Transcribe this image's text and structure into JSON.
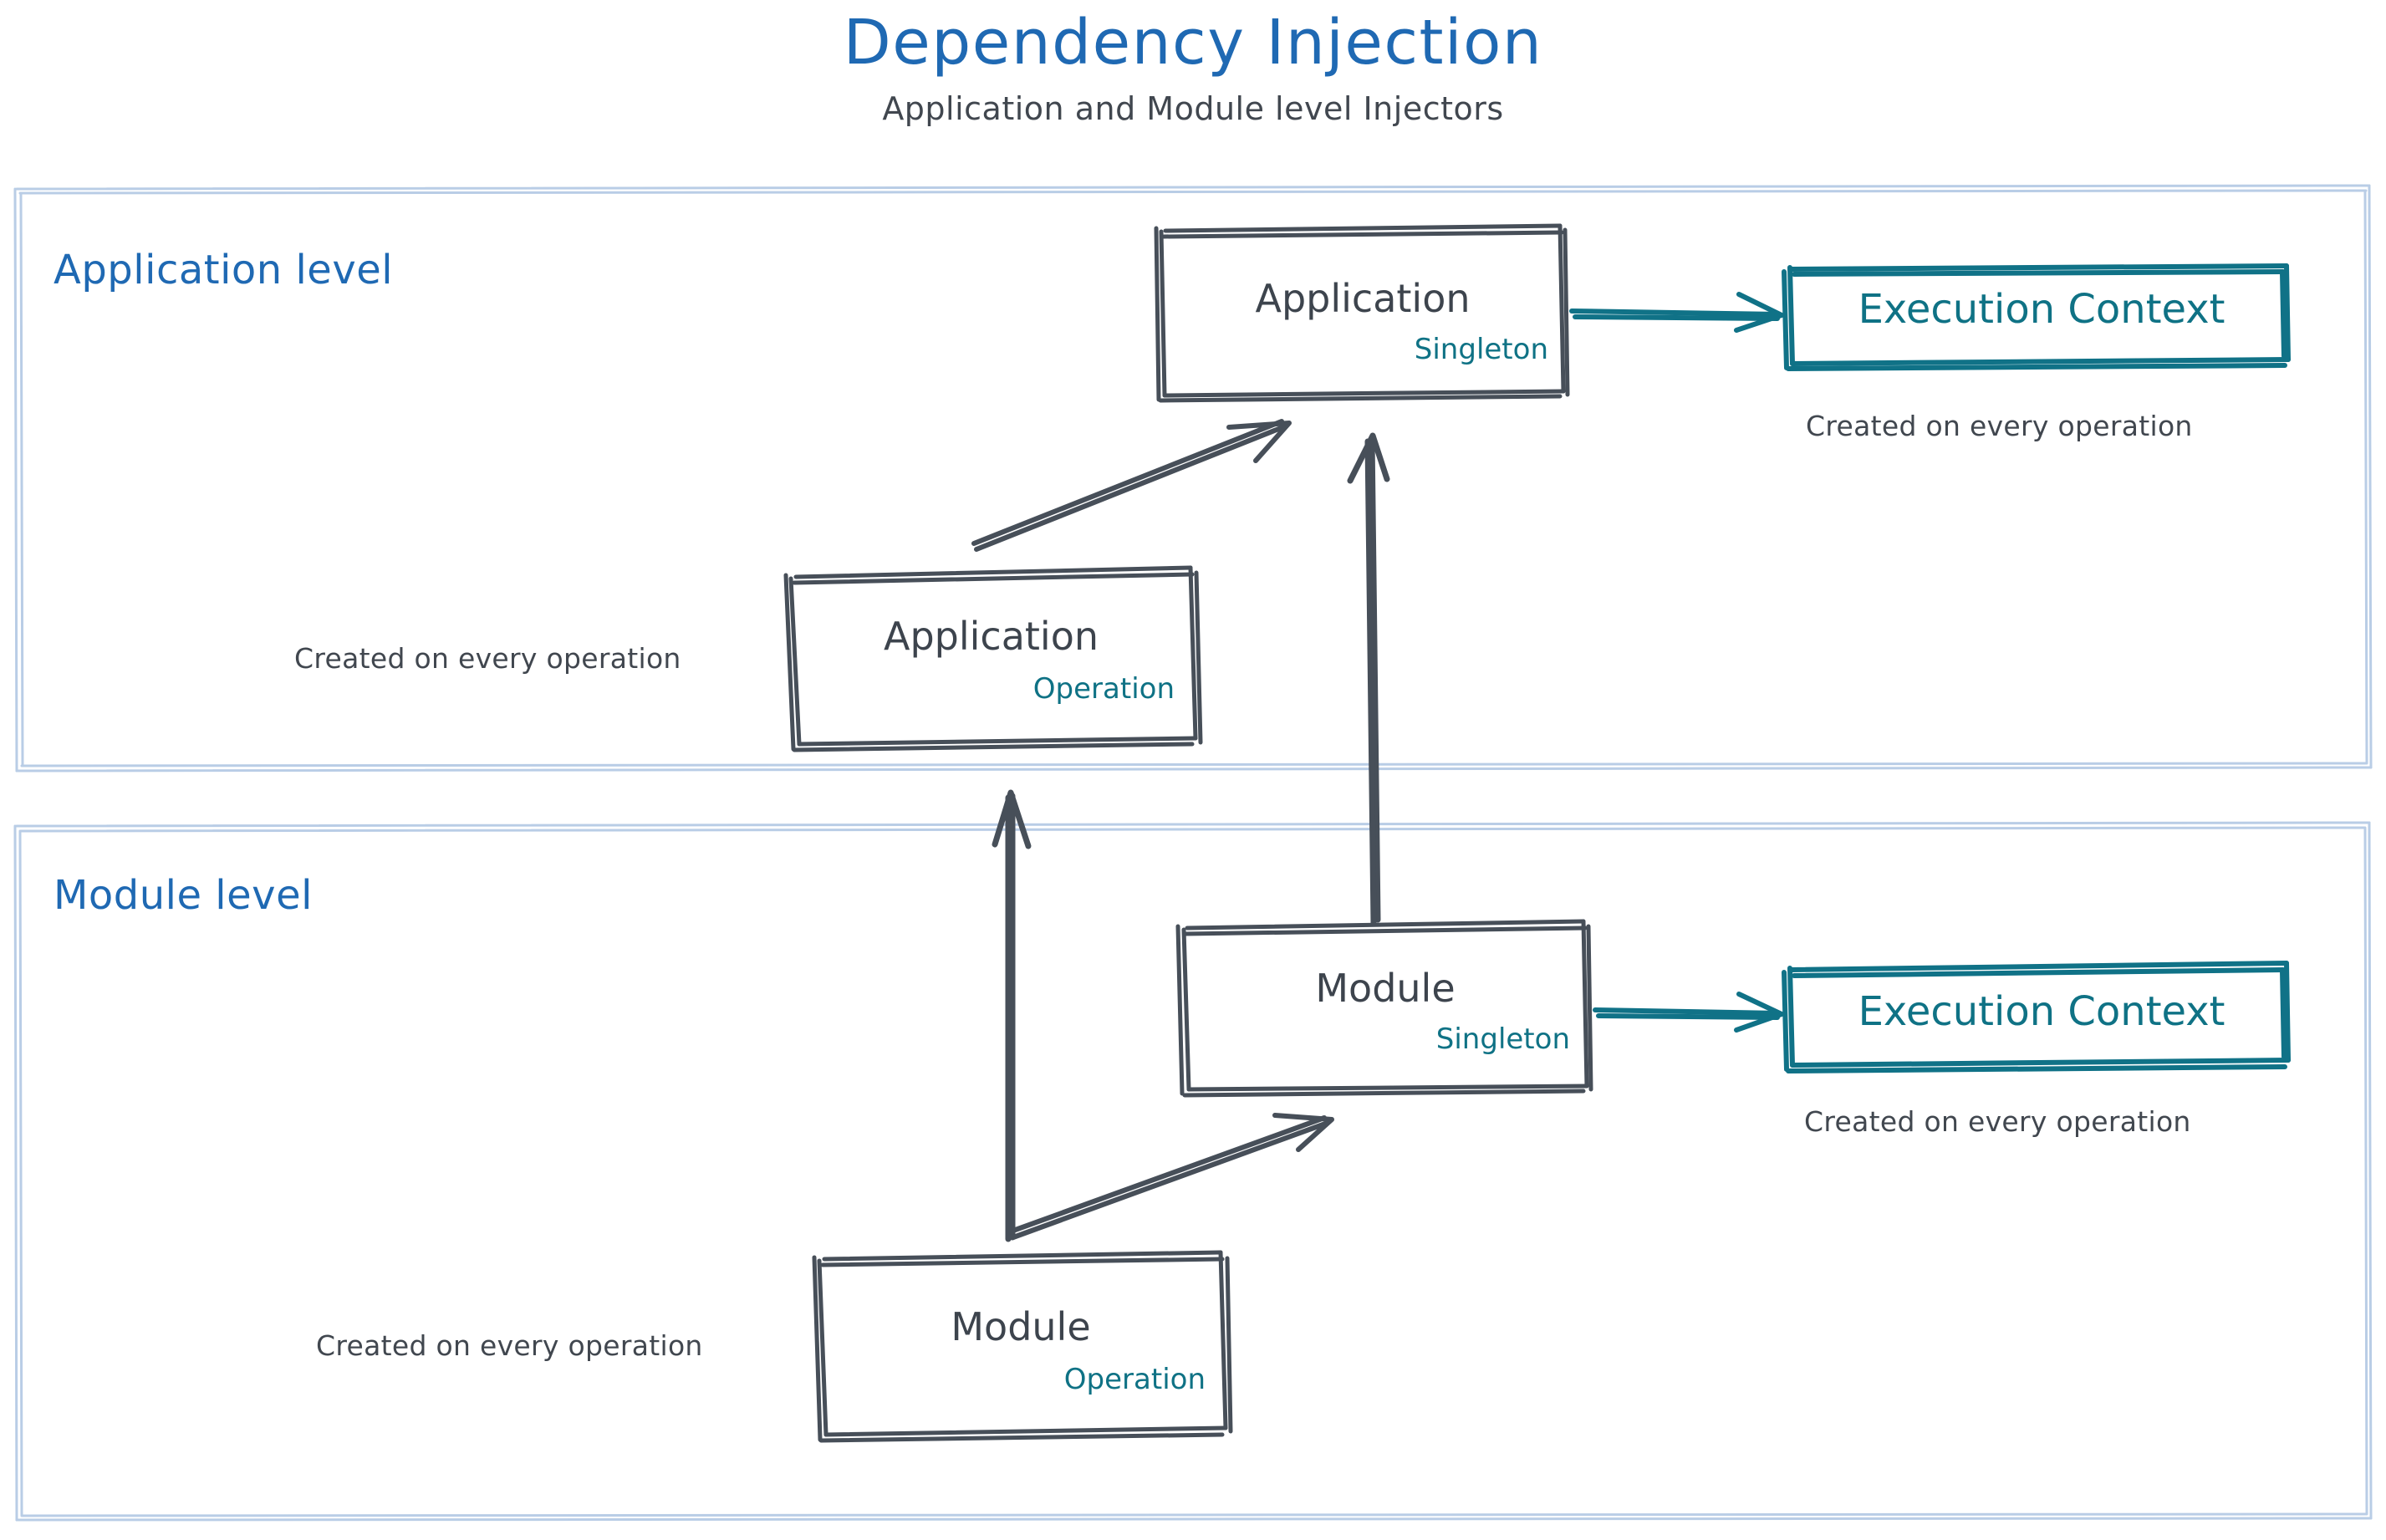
{
  "header": {
    "title": "Dependency Injection",
    "subtitle": "Application and Module level Injectors"
  },
  "colors": {
    "title_blue": "#1f69b3",
    "container_border": "#b9cde6",
    "stroke_dark": "#474f59",
    "teal": "#0f7285",
    "text_dark": "#41474f"
  },
  "levels": [
    {
      "id": "application-level",
      "label": "Application level",
      "nodes": [
        {
          "id": "application-singleton",
          "title": "Application",
          "scope": "Singleton",
          "box_style": "dark"
        },
        {
          "id": "execution-context-application",
          "title": "Execution Context",
          "scope": "",
          "box_style": "teal"
        },
        {
          "id": "application-operation",
          "title": "Application",
          "scope": "Operation",
          "box_style": "dark"
        }
      ],
      "captions": [
        {
          "id": "caption-execution-context-application",
          "text": "Created on every operation"
        },
        {
          "id": "caption-application-operation",
          "text": "Created on every operation"
        }
      ]
    },
    {
      "id": "module-level",
      "label": "Module level",
      "nodes": [
        {
          "id": "module-singleton",
          "title": "Module",
          "scope": "Singleton",
          "box_style": "dark"
        },
        {
          "id": "execution-context-module",
          "title": "Execution Context",
          "scope": "",
          "box_style": "teal"
        },
        {
          "id": "module-operation",
          "title": "Module",
          "scope": "Operation",
          "box_style": "dark"
        }
      ],
      "captions": [
        {
          "id": "caption-execution-context-module",
          "text": "Created on every operation"
        },
        {
          "id": "caption-module-operation",
          "text": "Created on every operation"
        }
      ]
    }
  ],
  "edges": [
    {
      "id": "edge-application-singleton-to-execution-context",
      "from": "application-singleton",
      "to": "execution-context-application",
      "color": "teal",
      "kind": "arrow-right"
    },
    {
      "id": "edge-application-operation-to-application-singleton",
      "from": "application-operation",
      "to": "application-singleton",
      "color": "dark",
      "kind": "arrow-diagonal"
    },
    {
      "id": "edge-module-singleton-to-application-singleton",
      "from": "module-singleton",
      "to": "application-singleton",
      "color": "dark",
      "kind": "arrow-up"
    },
    {
      "id": "edge-module-singleton-to-execution-context",
      "from": "module-singleton",
      "to": "execution-context-module",
      "color": "teal",
      "kind": "arrow-right"
    },
    {
      "id": "edge-module-operation-to-module-singleton",
      "from": "module-operation",
      "to": "module-singleton",
      "color": "dark",
      "kind": "arrow-diagonal"
    },
    {
      "id": "edge-module-operation-to-application-operation",
      "from": "module-operation",
      "to": "application-operation",
      "color": "dark",
      "kind": "arrow-up"
    }
  ]
}
